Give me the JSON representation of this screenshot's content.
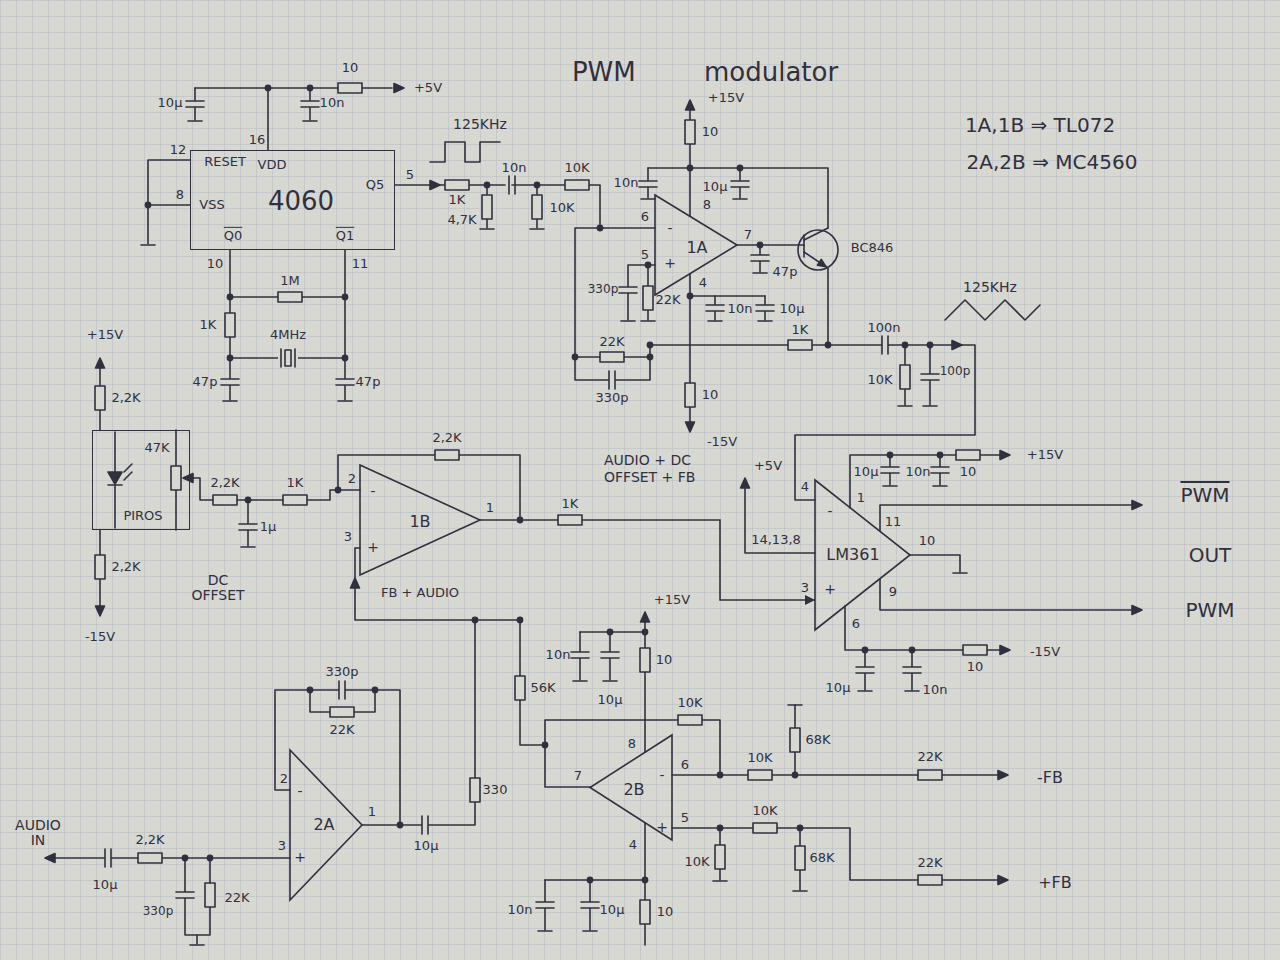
{
  "diagram": {
    "title": "PWM modulator",
    "nodes": [
      {
        "text": [
          "4060"
        ]
      },
      {
        "text": [
          "1A"
        ]
      },
      {
        "text": [
          "47K",
          "PIROS"
        ]
      },
      {
        "text": [
          "1B"
        ]
      },
      {
        "text": [
          "LM361"
        ]
      },
      {
        "text": [
          "2A"
        ]
      },
      {
        "text": [
          "2B"
        ]
      }
    ],
    "edges": [
      {
        "from": 3,
        "to": 4,
        "label": "AUDIO + DC OFFSET + FB",
        "arrow": "to"
      }
    ],
    "labels": [
      "1A,1B ⇒ TL072",
      "2A,2B ⇒ MC4560",
      "10",
      "+5V",
      "10µ",
      "10n",
      "16",
      "VDD",
      "12",
      "RESET",
      "8",
      "VSS",
      "Q5",
      "5",
      "Q0",
      "10",
      "Q1",
      "11",
      "1M",
      "1K",
      "4MHz",
      "47p",
      "47p",
      "125KHz",
      "1K",
      "4,7K",
      "10n",
      "10K",
      "10K",
      "+15V",
      "10",
      "10n",
      "10µ",
      "6",
      "8",
      "-",
      "+",
      "5",
      "7",
      "4",
      "BC846",
      "47p",
      "330p",
      "22K",
      "10n",
      "10µ",
      "1K",
      "22K",
      "330p",
      "10",
      "-15V",
      "125KHz",
      "100n",
      "10K",
      "100p",
      "+15V",
      "10",
      "10µ",
      "10n",
      "1",
      "4",
      "-",
      "14,13,8",
      "+5V",
      "11",
      "10",
      "9",
      "3",
      "+",
      "6",
      "10µ",
      "10n",
      "10",
      "-15V",
      "PWM",
      "OUT",
      "PWM",
      "+15V",
      "2,2K",
      "2,2K",
      "-15V",
      "DC OFFSET",
      "2,2K",
      "1µ",
      "1K",
      "2,2K",
      "2",
      "-",
      "3",
      "+",
      "1",
      "1K",
      "FB + AUDIO",
      "+15V",
      "10n",
      "10µ",
      "10",
      "56K",
      "10K",
      "8",
      "7",
      "6",
      "5",
      "-",
      "+",
      "4",
      "10K",
      "68K",
      "22K",
      "-FB",
      "10K",
      "68K",
      "22K",
      "+FB",
      "10K",
      "10n",
      "10µ",
      "10",
      "330p",
      "22K",
      "2",
      "3",
      "-",
      "+",
      "1",
      "330",
      "10µ",
      "AUDIO IN",
      "10µ",
      "2,2K",
      "330p",
      "22K"
    ]
  }
}
